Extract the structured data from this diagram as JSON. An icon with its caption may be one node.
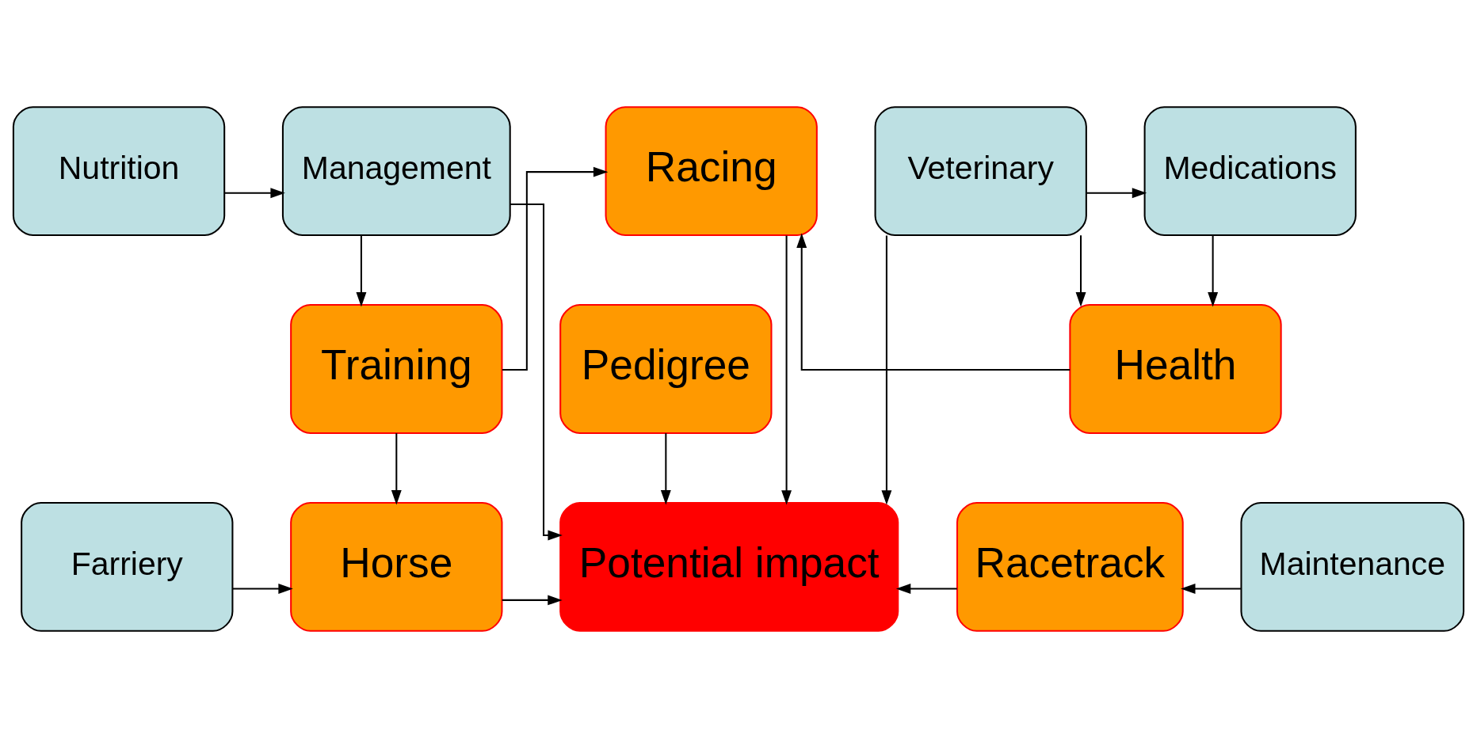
{
  "diagram": {
    "nodes": [
      {
        "text": [
          "Nutrition"
        ]
      },
      {
        "text": [
          "Management"
        ]
      },
      {
        "text": [
          "Veterinary"
        ]
      },
      {
        "text": [
          "Medications"
        ]
      },
      {
        "text": [
          "Racing"
        ]
      },
      {
        "text": [
          "Training"
        ]
      },
      {
        "text": [
          "Health"
        ]
      },
      {
        "text": [
          "Potential impact"
        ]
      },
      {
        "text": [
          "Farriery"
        ]
      },
      {
        "text": [
          "Horse"
        ]
      },
      {
        "text": [
          "Racetrack"
        ]
      },
      {
        "text": [
          "Maintenance"
        ]
      },
      {
        "text": [
          "Pedigree"
        ]
      }
    ],
    "edges": [
      {
        "from": 0,
        "to": 1,
        "arrow": "to"
      },
      {
        "from": 1,
        "to": 5,
        "arrow": "to"
      },
      {
        "from": 1,
        "to": 7,
        "arrow": "to"
      },
      {
        "from": 5,
        "to": 4,
        "arrow": "to"
      },
      {
        "from": 5,
        "to": 9,
        "arrow": "to"
      },
      {
        "from": 8,
        "to": 9,
        "arrow": "to"
      },
      {
        "from": 9,
        "to": 7,
        "arrow": "to"
      },
      {
        "from": 4,
        "to": 7,
        "arrow": "to"
      },
      {
        "from": 12,
        "to": 7,
        "arrow": "to"
      },
      {
        "from": 2,
        "to": 3,
        "arrow": "to"
      },
      {
        "from": 2,
        "to": 6,
        "arrow": "to"
      },
      {
        "from": 3,
        "to": 6,
        "arrow": "to"
      },
      {
        "from": 2,
        "to": 7,
        "arrow": "to"
      },
      {
        "from": 6,
        "to": 4,
        "arrow": "to"
      },
      {
        "from": 10,
        "to": 7,
        "arrow": "to"
      },
      {
        "from": 11,
        "to": 10,
        "arrow": "to"
      }
    ]
  }
}
